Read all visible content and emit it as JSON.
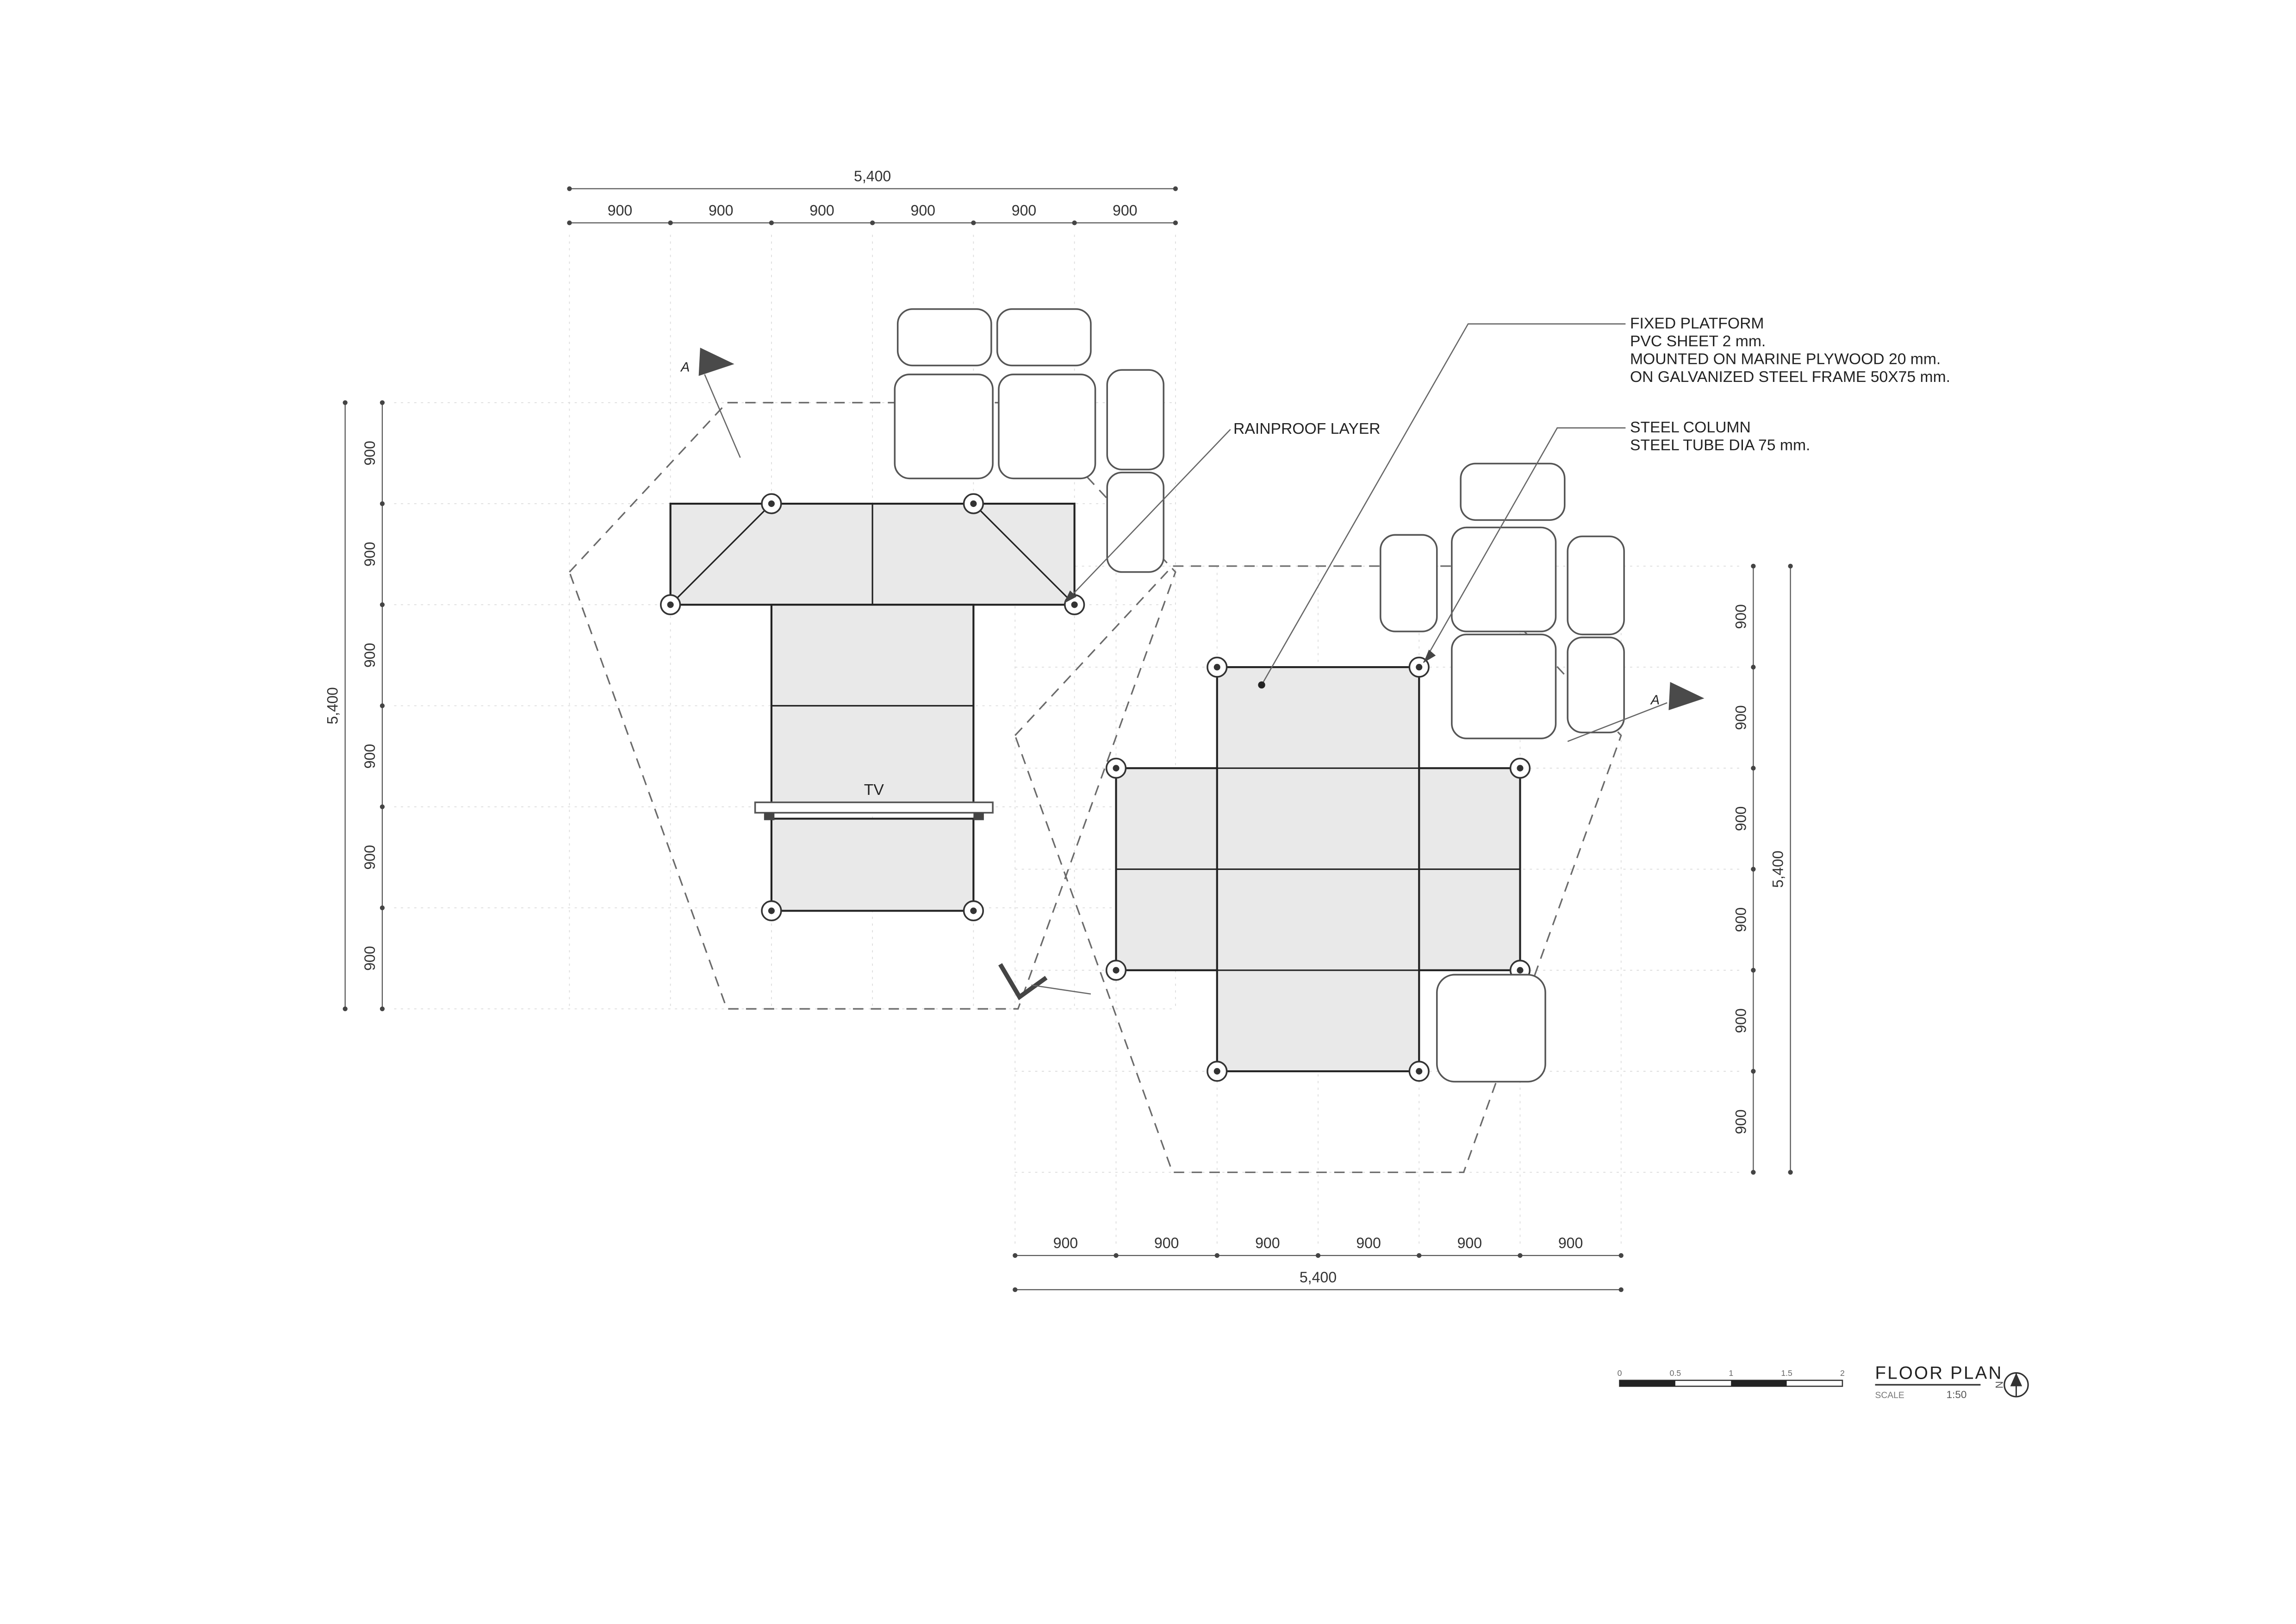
{
  "annotations": {
    "rainproof_layer": "RAINPROOF LAYER",
    "fixed_platform": [
      "FIXED PLATFORM",
      "PVC SHEET 2 mm.",
      "MOUNTED ON MARINE PLYWOOD 20 mm.",
      "ON GALVANIZED STEEL FRAME 50X75 mm."
    ],
    "steel_column": [
      "STEEL COLUMN",
      "STEEL TUBE DIA 75 mm."
    ],
    "tv_label": "TV",
    "section_marker": "A"
  },
  "dimensions": {
    "overall": "5,400",
    "segment": "900"
  },
  "title_block": {
    "title": "FLOOR PLAN",
    "scale_label": "SCALE",
    "scale_value": "1:50",
    "north_label": "N",
    "scale_bar_ticks": [
      "0",
      "0.5",
      "1",
      "1.5",
      "2"
    ]
  },
  "colors": {
    "platform_fill": "#e9e9e9",
    "outline": "#222222",
    "dimension": "#555555",
    "grid": "#dcdcdc"
  }
}
